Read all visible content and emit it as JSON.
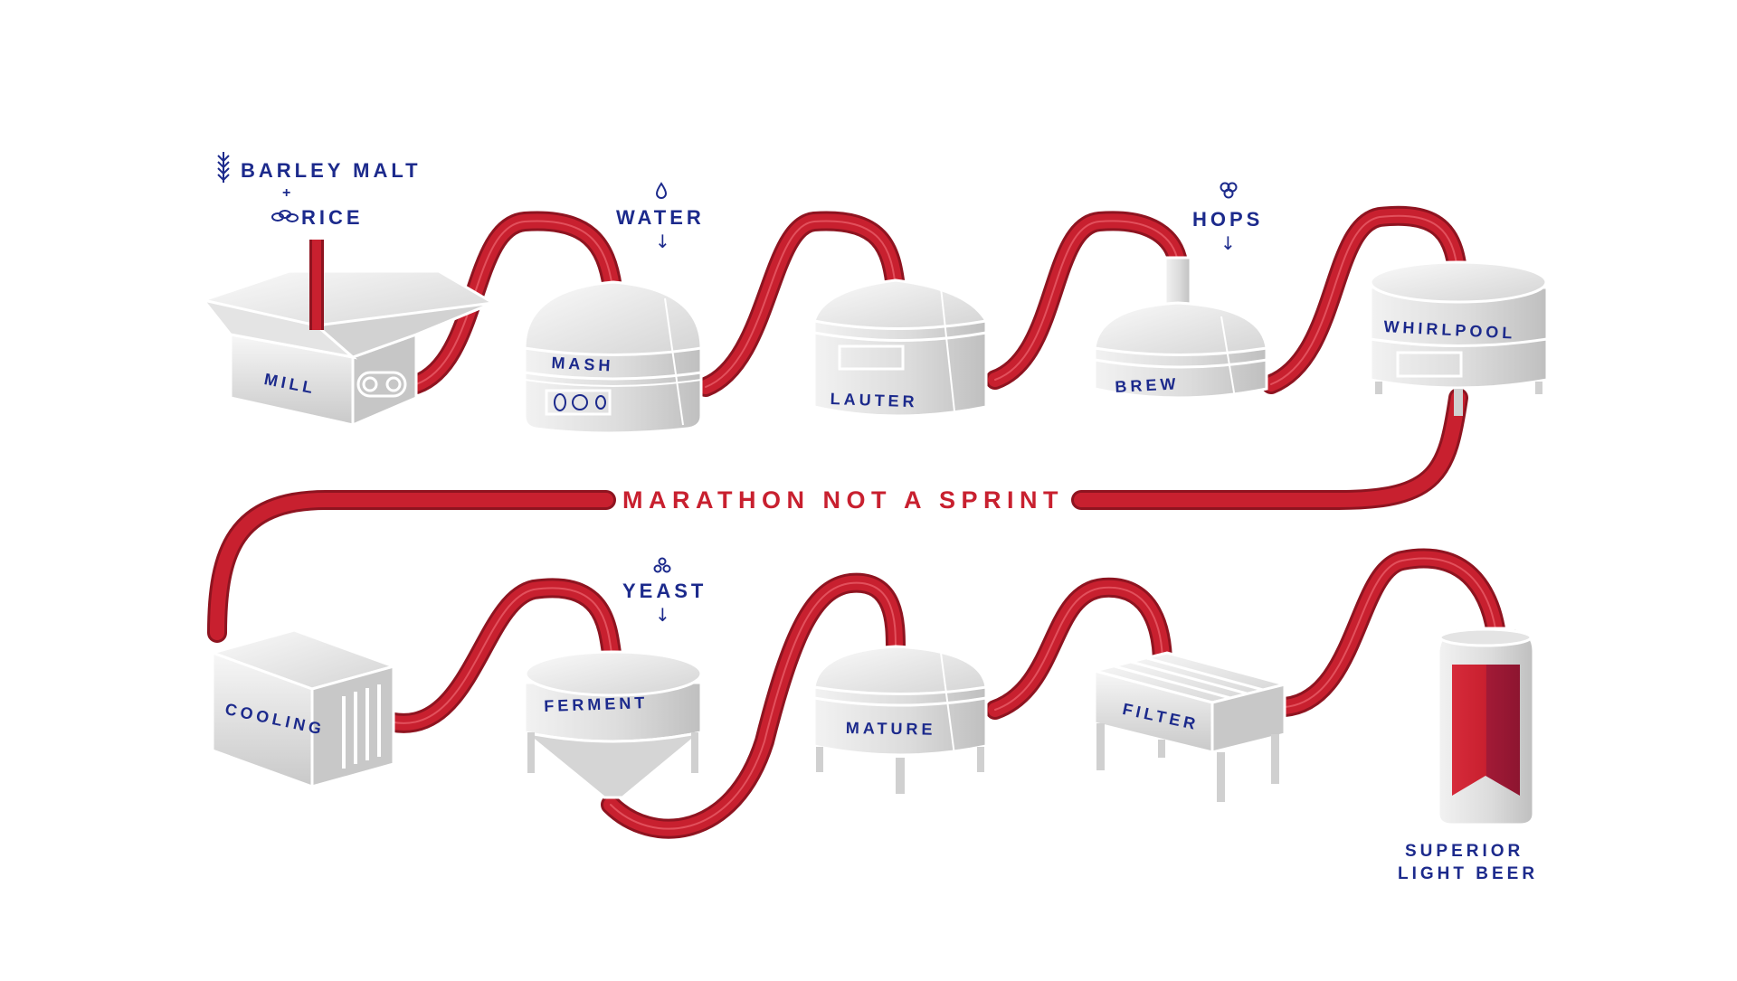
{
  "ingredients": {
    "barley": "BARLEY MALT",
    "plus": "+",
    "rice": "RICE",
    "water": "WATER",
    "hops": "HOPS",
    "yeast": "YEAST"
  },
  "stages": {
    "mill": "MILL",
    "mash": "MASH",
    "lauter": "LAUTER",
    "brew": "BREW",
    "whirlpool": "WHIRLPOOL",
    "cooling": "COOLING",
    "ferment": "FERMENT",
    "mature": "MATURE",
    "filter": "FILTER"
  },
  "center_title": "MARATHON NOT A SPRINT",
  "final_product": {
    "line1": "SUPERIOR",
    "line2": "LIGHT BEER"
  },
  "icons": [
    "wheat-icon",
    "rice-icon",
    "water-drop-icon",
    "hop-icon",
    "yeast-icon",
    "down-arrow-icon"
  ],
  "colors": {
    "pipe": "#c8202f",
    "pipe_dark": "#8e1420",
    "label": "#1c2a8c",
    "tank_light": "#f4f4f4",
    "tank_dark": "#c2c2c2"
  }
}
